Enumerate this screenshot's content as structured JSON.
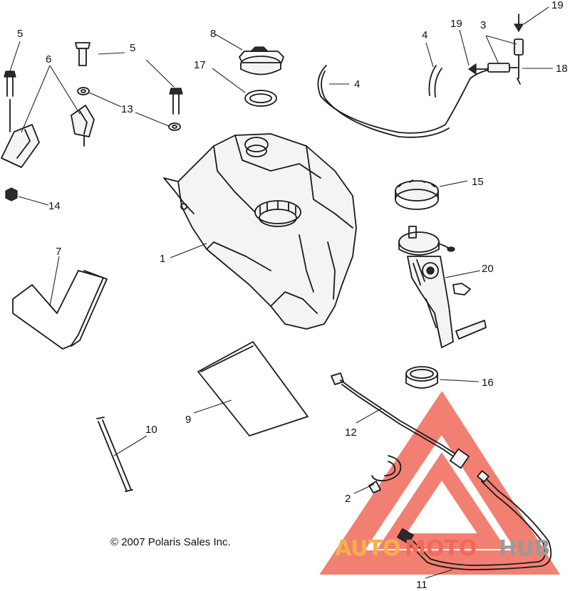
{
  "callouts": {
    "c1": "1",
    "c2": "2",
    "c3": "3",
    "c4a": "4",
    "c4b": "4",
    "c5a": "5",
    "c5b": "5",
    "c6": "6",
    "c7": "7",
    "c8": "8",
    "c9": "9",
    "c10": "10",
    "c11": "11",
    "c12": "12",
    "c13": "13",
    "c14": "14",
    "c15": "15",
    "c16": "16",
    "c17": "17",
    "c18": "18",
    "c19a": "19",
    "c19b": "19",
    "c20": "20"
  },
  "copyright": "© 2007 Polaris Sales Inc.",
  "watermark": {
    "part1": "AUTO",
    "part2": "MOTO",
    "part3": "HUB",
    "color_orange": "#f5b04a",
    "color_red": "#f06a5a",
    "color_gray": "#9a9a9a"
  }
}
